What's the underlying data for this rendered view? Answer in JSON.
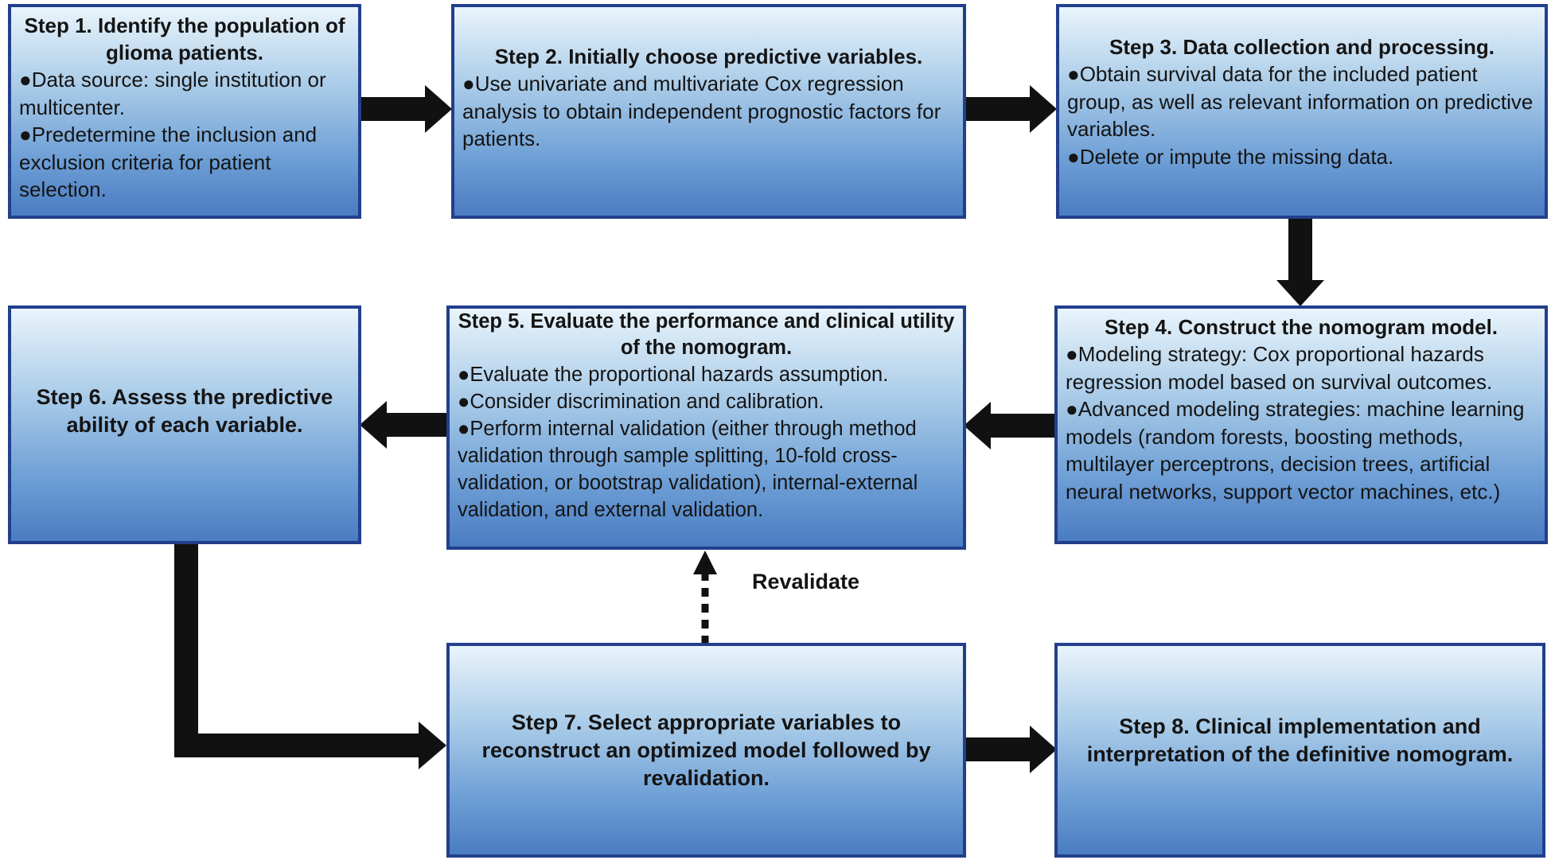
{
  "steps": [
    {
      "id": "step1",
      "title": "Step 1. Identify the population of glioma patients.",
      "bullets": [
        "●Data source: single institution or multicenter.",
        "●Predetermine the inclusion and exclusion criteria for patient selection."
      ]
    },
    {
      "id": "step2",
      "title": "Step 2. Initially choose predictive variables.",
      "bullets": [
        "●Use univariate and multivariate Cox regression analysis to obtain independent prognostic factors for patients."
      ]
    },
    {
      "id": "step3",
      "title": "Step 3. Data collection and processing.",
      "bullets": [
        "●Obtain survival data for the included patient group, as well as relevant information on predictive variables.",
        "●Delete or impute the missing data."
      ]
    },
    {
      "id": "step4",
      "title": "Step 4. Construct the nomogram model.",
      "bullets": [
        "●Modeling strategy: Cox proportional hazards regression model based on survival outcomes.",
        "●Advanced modeling strategies: machine learning models (random forests, boosting methods, multilayer perceptrons, decision trees, artificial neural networks, support vector machines, etc.)"
      ]
    },
    {
      "id": "step5",
      "title": "Step 5. Evaluate the performance and clinical utility of the nomogram.",
      "bullets": [
        "●Evaluate the proportional hazards assumption.",
        "●Consider discrimination and calibration.",
        "●Perform internal validation (either through method validation through sample splitting, 10-fold cross-validation, or bootstrap validation), internal-external validation, and external validation."
      ]
    },
    {
      "id": "step6",
      "title": "Step 6. Assess the predictive ability of each variable.",
      "bullets": []
    },
    {
      "id": "step7",
      "title": "Step 7. Select appropriate variables to reconstruct an optimized model followed by revalidation.",
      "bullets": []
    },
    {
      "id": "step8",
      "title": "Step 8. Clinical implementation and interpretation of the definitive nomogram.",
      "bullets": []
    }
  ],
  "revalidate_label": "Revalidate",
  "colors": {
    "border": "#223f8c",
    "arrow": "#111111",
    "box_top": "#e9f4fb",
    "box_bottom": "#4a7cc2"
  }
}
